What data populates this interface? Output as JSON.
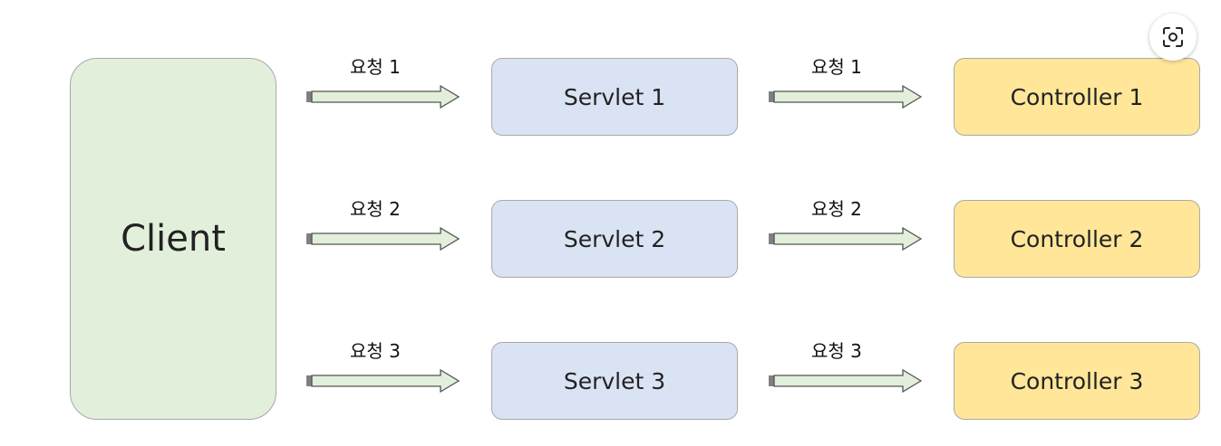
{
  "diagram": {
    "client": {
      "label": "Client"
    },
    "servlets": [
      {
        "label": "Servlet 1"
      },
      {
        "label": "Servlet 2"
      },
      {
        "label": "Servlet 3"
      }
    ],
    "controllers": [
      {
        "label": "Controller 1"
      },
      {
        "label": "Controller 2"
      },
      {
        "label": "Controller 3"
      }
    ],
    "client_to_servlet_arrows": [
      {
        "label": "요청 1"
      },
      {
        "label": "요청 2"
      },
      {
        "label": "요청 3"
      }
    ],
    "servlet_to_controller_arrows": [
      {
        "label": "요청 1"
      },
      {
        "label": "요청 2"
      },
      {
        "label": "요청 3"
      }
    ]
  },
  "colors": {
    "client_fill": "#e2efda",
    "servlet_fill": "#dae3f3",
    "controller_fill": "#ffe699",
    "arrow_fill": "#e2efda",
    "arrow_tail": "#7f7f7f",
    "box_border": "#a9a9a9"
  },
  "overlay": {
    "lens_button_icon": "visual-search-icon"
  }
}
